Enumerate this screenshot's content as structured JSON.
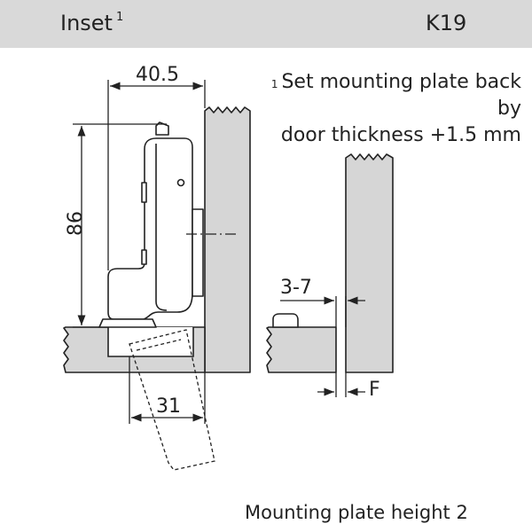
{
  "header": {
    "title": "Inset",
    "title_footnote_marker": "1",
    "code": "K19"
  },
  "footnote": {
    "marker": "1",
    "line1": "Set mounting plate back by",
    "line2": "door thickness +1.5 mm"
  },
  "dimensions": {
    "width_top": "40.5",
    "height_left": "86",
    "bottom_width": "31",
    "gap_range": "3-7",
    "fill_label": "F"
  },
  "caption": "Mounting plate height 2",
  "colors": {
    "header_bg": "#d9d9d9",
    "panel_fill": "#d6d6d6",
    "line": "#222222"
  }
}
